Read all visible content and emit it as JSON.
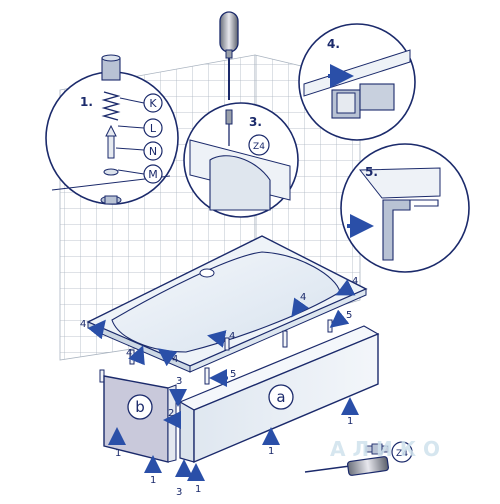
{
  "steps": {
    "s1": "1.",
    "s3": "3.",
    "s4": "4.",
    "s5": "5."
  },
  "parts": {
    "K": "K",
    "L": "L",
    "N": "N",
    "M": "M"
  },
  "tools": {
    "z4": "Z4",
    "z4_bottom": "Z4"
  },
  "panels": {
    "a": "a",
    "b": "b"
  },
  "numbers": {
    "n1": "1",
    "n2": "2",
    "n3": "3",
    "n4": "4",
    "n5": "5"
  },
  "watermark": "А Л И К О",
  "colors": {
    "outline": "#1b2a6b",
    "arrow": "#2a4fa8",
    "tub": "#e3ebf3",
    "panel": "#e8eef5",
    "panel_b": "#c9c9db",
    "grid": "#aab4c0",
    "watermark": "#cfe2ec"
  }
}
